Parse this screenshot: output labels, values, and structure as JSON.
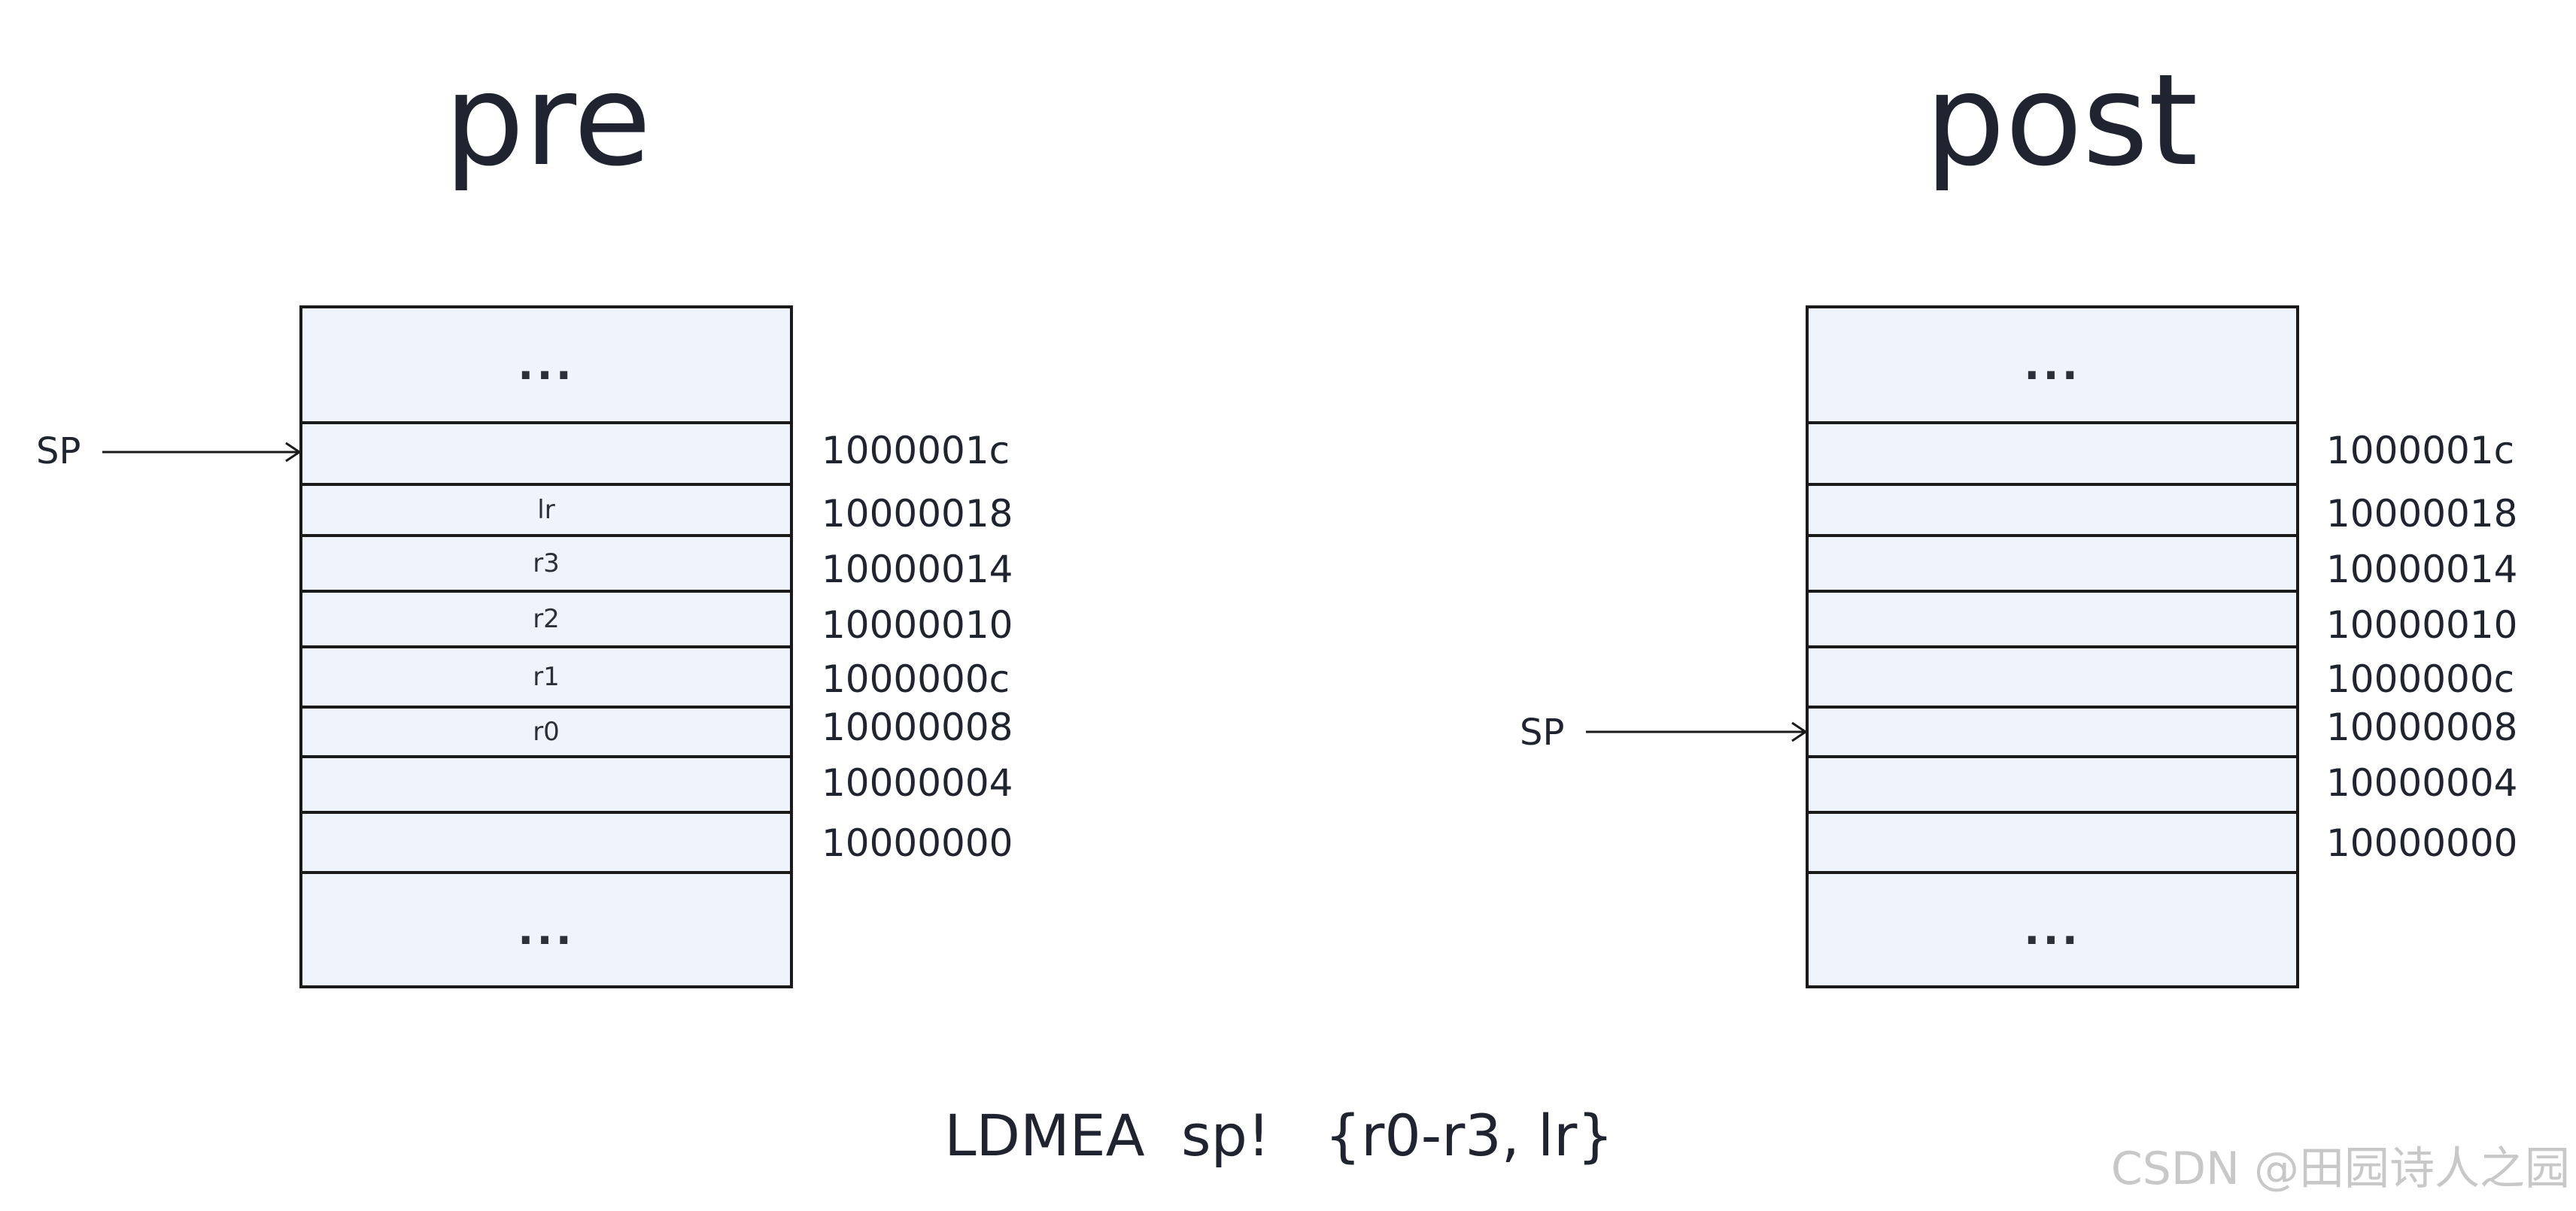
{
  "panels": {
    "pre": {
      "title": "pre",
      "cells": [
        "...",
        "",
        "lr",
        "r3",
        "r2",
        "r1",
        "r0",
        "",
        "",
        "..."
      ],
      "sp_label": "SP"
    },
    "post": {
      "title": "post",
      "cells": [
        "...",
        "",
        "",
        "",
        "",
        "",
        "",
        "",
        "",
        "..."
      ],
      "sp_label": "SP"
    }
  },
  "addresses": [
    "1000001c",
    "10000018",
    "10000014",
    "10000010",
    "1000000c",
    "10000008",
    "10000004",
    "10000000"
  ],
  "instruction": "LDMEA  sp!   {r0-r3, lr}",
  "watermark": "CSDN @田园诗人之园",
  "colors": {
    "cell_fill": "#eef3fc",
    "border": "#1a1a1a",
    "text": "#1f2430",
    "watermark": "#c8c8c8"
  }
}
